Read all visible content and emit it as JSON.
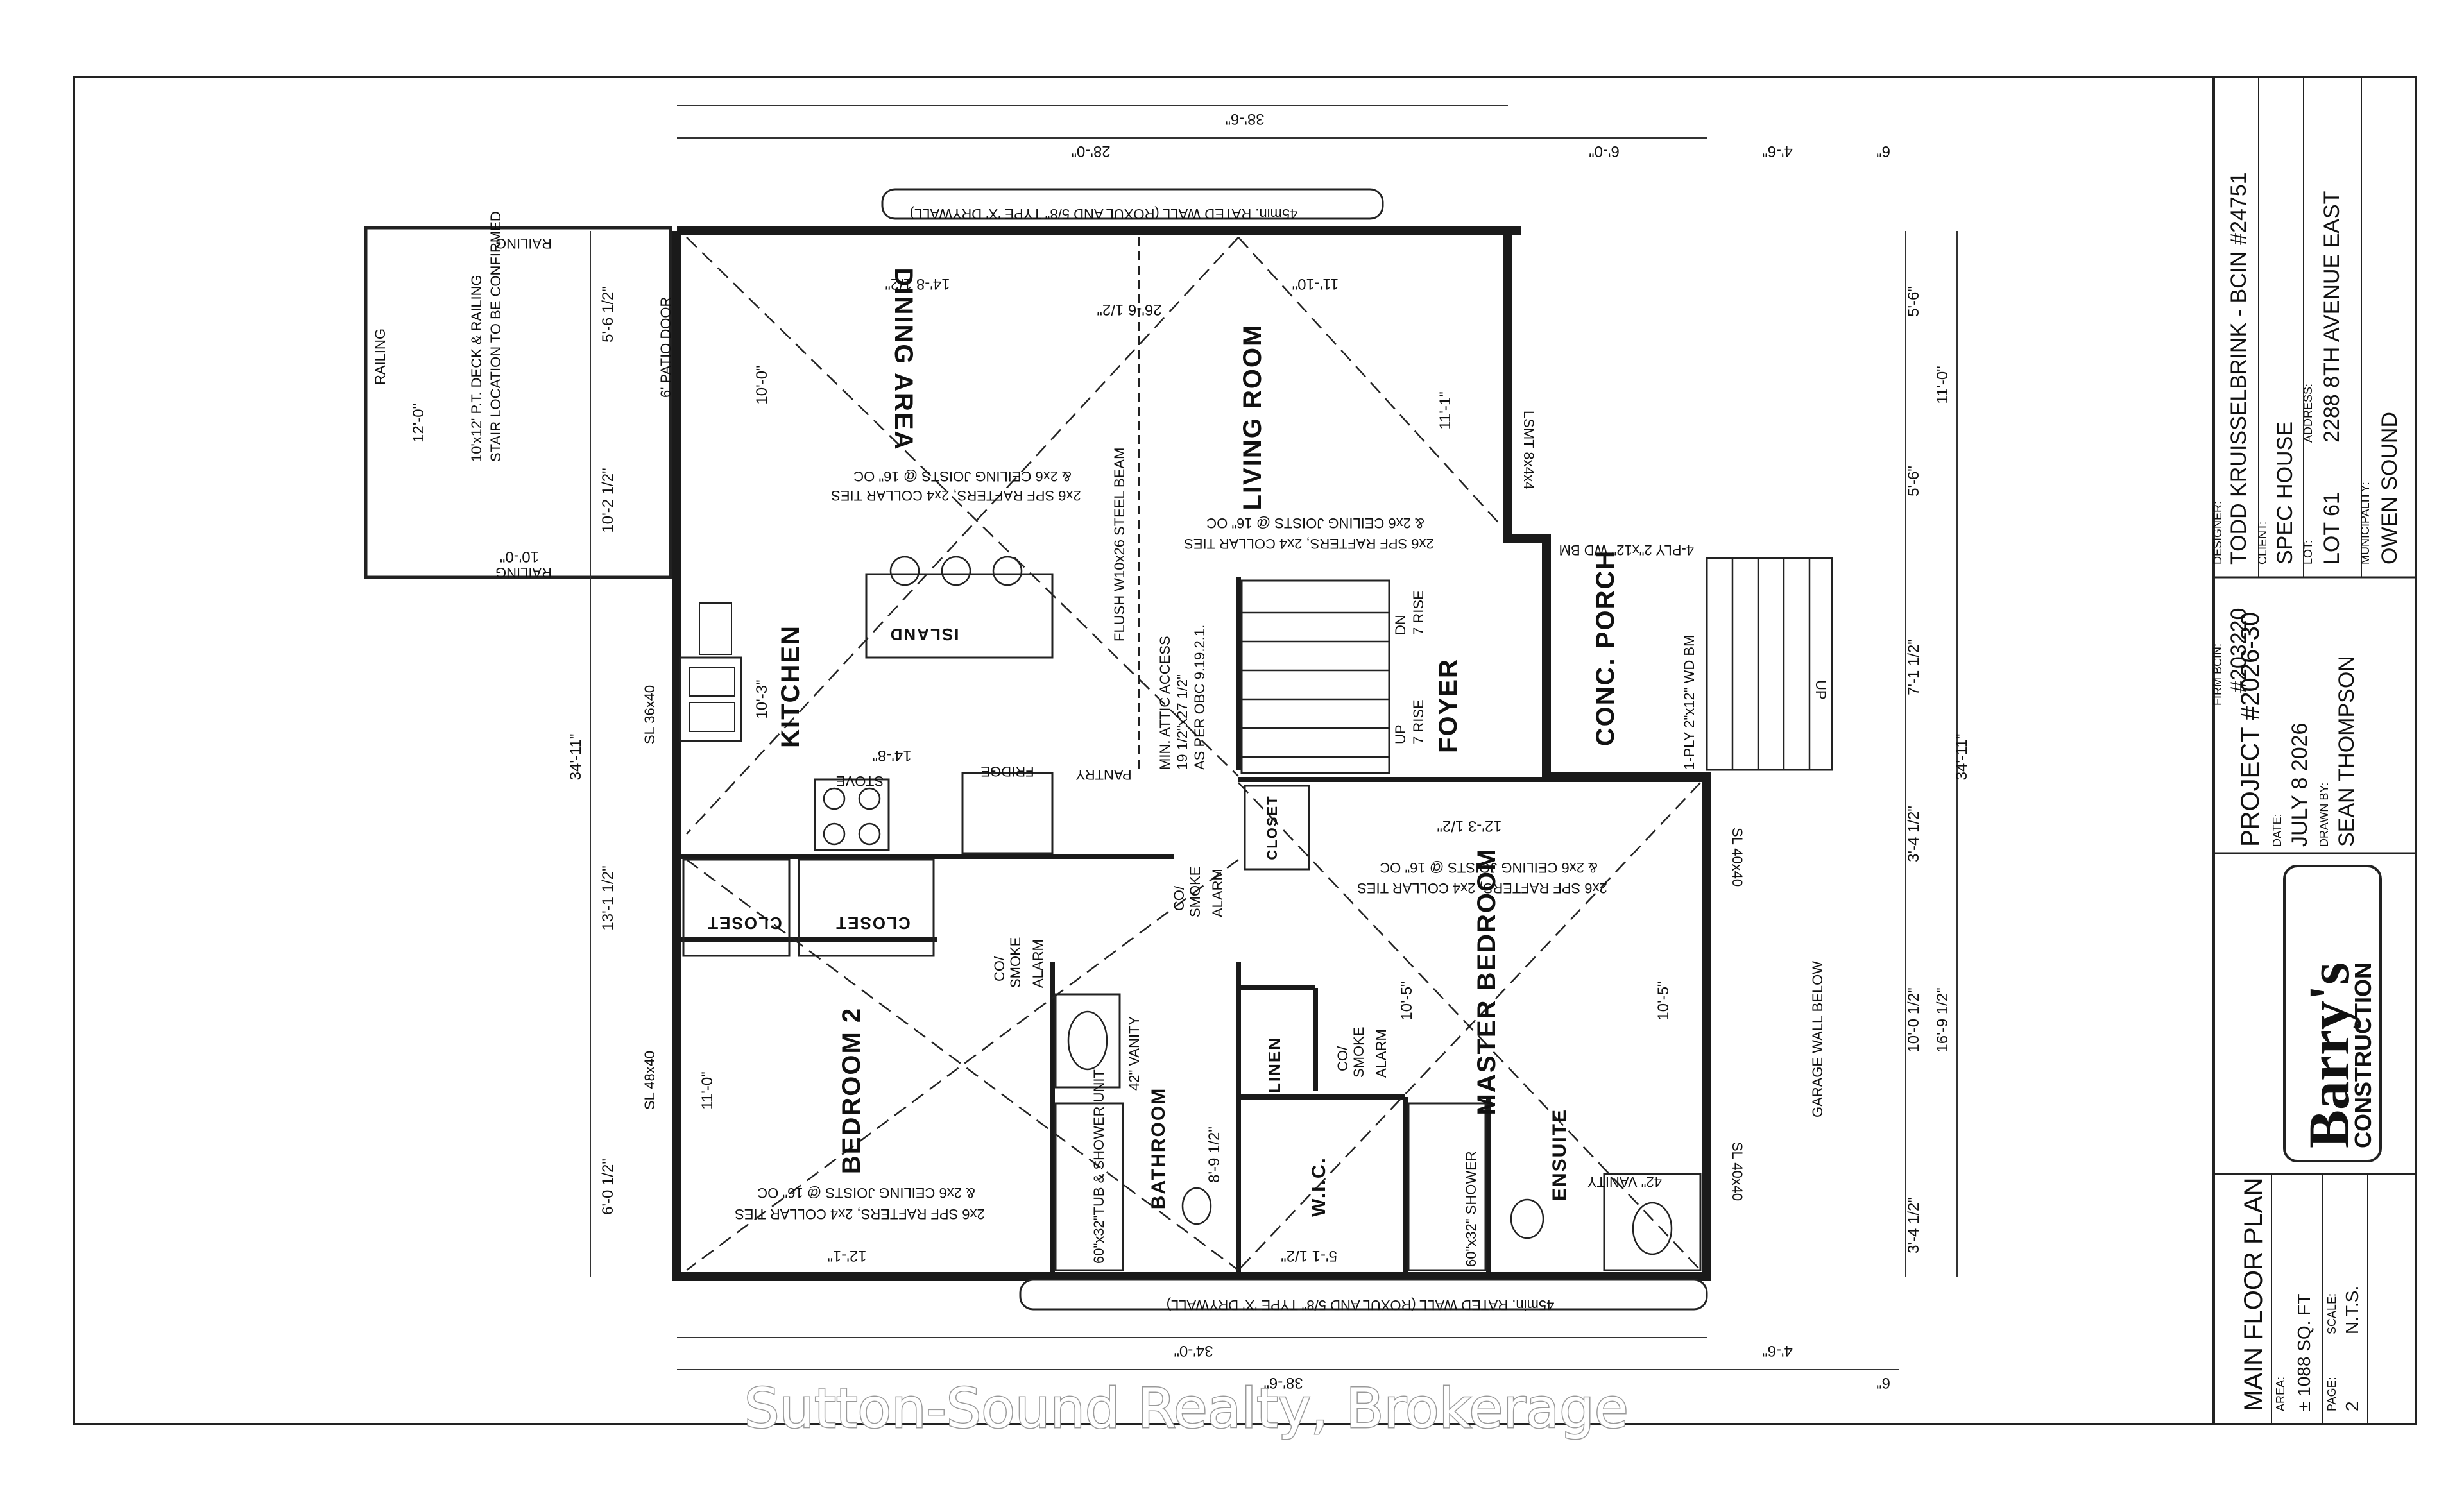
{
  "rooms": {
    "dining": "DINING AREA",
    "living": "LIVING ROOM",
    "kitchen": "KITCHEN",
    "foyer": "FOYER",
    "porch": "CONC. PORCH",
    "master": "MASTER BEDROOM",
    "bedroom2": "BEDROOM 2",
    "bathroom": "BATHROOM",
    "ensuite": "ENSUITE",
    "wic": "W.I.C.",
    "linen": "LINEN",
    "closet": "CLOSET",
    "island": "ISLAND",
    "stove": "STOVE",
    "fridge": "FRIDGE",
    "pantry": "PANTRY",
    "garage_wall": "GARAGE WALL BELOW"
  },
  "notes": {
    "fire_wall": "45min. RATED WALL (ROXUL AND 5/8\" TYPE 'X' DRYWALL)",
    "deck": "10'x12' P.T. DECK & RAILING",
    "stair_confirm": "STAIR LOCATION TO BE CONFIRMED",
    "railing": "RAILING",
    "rafters": "2x6 SPF RAFTERS, 2x4 COLLAR TIES",
    "joists": "& 2x6 CEILING JOISTS @ 16\" OC",
    "steel_beam": "FLUSH W10x26 STEEL BEAM",
    "attic_1": "MIN. ATTIC ACCESS",
    "attic_2": "19 1/2\"x27 1/2\"",
    "attic_3": "AS PER OBC 9.19.2.1.",
    "smoke_1": "CO/",
    "smoke_2": "SMOKE",
    "smoke_3": "ALARM",
    "vanity": "42\" VANITY",
    "tub": "60\"x32\"TUB & SHOWER UNIT",
    "shower": "60\"x32\" SHOWER",
    "patio": "6' PATIO DOOR",
    "up": "UP",
    "dn": "DN",
    "rise7": "7 RISE",
    "lsmt": "LSMT 8x4x4",
    "beam1": "4-PLY 2\"x12\" WD BM",
    "beam2": "1-PLY 2\"x12\" WD BM",
    "sl36": "SL 36x40",
    "sl48": "SL 48x40",
    "sl40": "SL 40x40"
  },
  "dimensions": {
    "overall_width": "38'-6\"",
    "top_28": "28'-0\"",
    "top_6": "6'-0\"",
    "top_46": "4'-6\"",
    "top_edge": "6\"",
    "bottom_34": "34'-0\"",
    "height": "34'-11\"",
    "dining_w": "14'-8 1/2\"",
    "living_w": "11'-10\"",
    "beam_w": "26'-6 1/2\"",
    "left_1": "5'-6 1/2\"",
    "left_2": "10'-2 1/2\"",
    "left_3": "13'-1 1/2\"",
    "left_4": "6'-0 1/2\"",
    "right_1": "5'-6\"",
    "right_2": "5'-6\"",
    "right_3": "11'-0\"",
    "right_4": "7'-1 1/2\"",
    "right_5": "3'-4 1/2\"",
    "right_6": "10'-0 1/2\"",
    "right_7": "16'-9 1/2\"",
    "right_8": "3'-4 1/2\"",
    "master_w": "12'-3 1/2\"",
    "master_h": "10'-5\"",
    "master_h2": "10'-5\"",
    "bed2_w": "12'-1\"",
    "bed2_h": "11'-0\"",
    "kitchen_h": "10'-3\"",
    "kitchen_w": "14'-8\"",
    "dining_h": "10'-0\"",
    "living_h": "11'-1\"",
    "wic_w": "5'-1 1/2\"",
    "bath_h": "8'-9 1/2\"",
    "deck_w": "12'-0\"",
    "deck_l": "10'-0\""
  },
  "title_block": {
    "designer_label": "DESIGNER:",
    "designer": "TODD KRUISSELBRINK - BCIN #24751",
    "firm_label": "FIRM BCIN:",
    "firm": "#203220",
    "client_label": "CLIENT:",
    "client": "SPEC HOUSE",
    "lot_label": "LOT:",
    "lot": "LOT 61",
    "address_label": "ADDRESS:",
    "address": "2288 8TH AVENUE EAST",
    "municipality_label": "MUNICIPALITY:",
    "municipality": "OWEN SOUND",
    "project": "PROJECT #2026-30",
    "date_label": "DATE:",
    "date": "JULY 8 2026",
    "drawn_label": "DRAWN BY:",
    "drawn": "SEAN THOMPSON",
    "logo_1": "Barry's",
    "logo_2": "CONSTRUCTION",
    "sheet_title": "MAIN FLOOR PLAN",
    "area_label": "AREA:",
    "area": "± 1088 SQ. FT",
    "page_label": "PAGE:",
    "page": "2",
    "scale_label": "SCALE:",
    "scale": "N.T.S."
  },
  "watermark": "Sutton-Sound Realty, Brokerage"
}
